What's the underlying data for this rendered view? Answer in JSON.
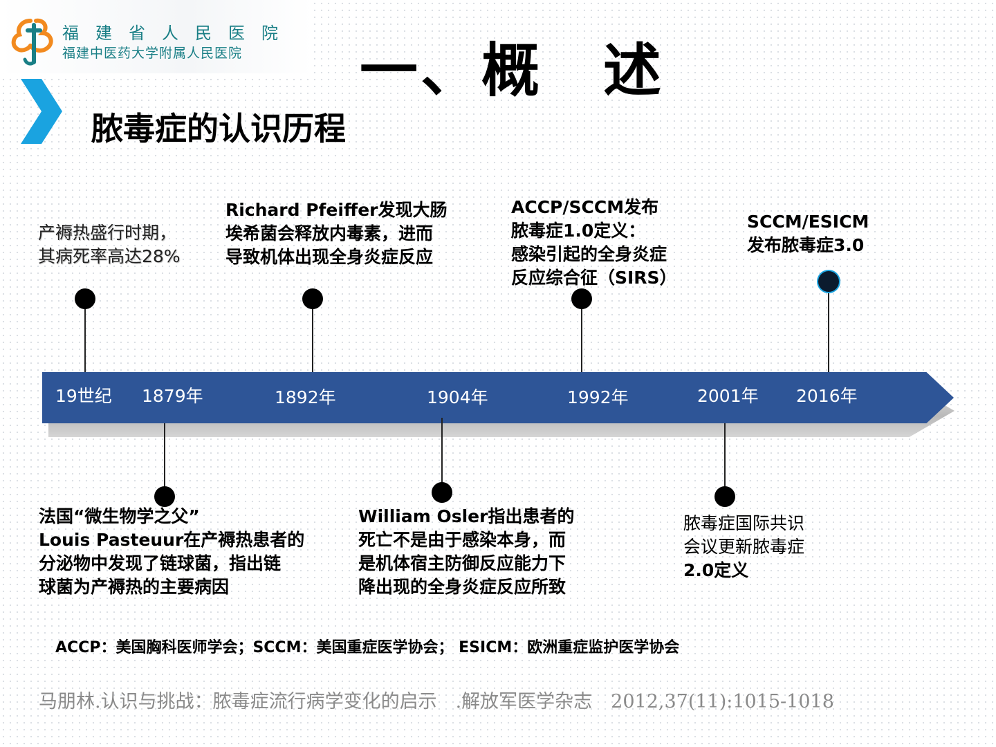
{
  "header": {
    "hospital_name": "福建省人民医院",
    "hospital_subname": "福建中医药大学附属人民医院",
    "page_title": "一、概　述",
    "section_title": "脓毒症的认识历程"
  },
  "timeline": {
    "years": [
      "19世纪",
      "1879年",
      "1892年",
      "1904年",
      "1992年",
      "2001年",
      "2016年"
    ]
  },
  "events_above": [
    {
      "lines": [
        "产褥热盛行时期，",
        "其病死率高达28%"
      ]
    },
    {
      "lines": [
        "Richard Pfeiffer发现大肠",
        "埃希菌会释放内毒素，进而",
        "导致机体出现全身炎症反应"
      ]
    },
    {
      "lines": [
        "ACCP/SCCM发布",
        "脓毒症1.0定义：",
        "感染引起的全身炎症",
        "反应综合征（SIRS）"
      ]
    },
    {
      "lines": [
        "SCCM/ESICM",
        "发布脓毒症3.0"
      ]
    }
  ],
  "events_below": [
    {
      "lines": [
        "法国“微生物学之父”",
        "Louis Pasteuur在产褥热患者的",
        "分泌物中发现了链球菌，指出链",
        "球菌为产褥热的主要病因"
      ]
    },
    {
      "lines": [
        "William Osler指出患者的",
        "死亡不是由于感染本身，而",
        "是机体宿主防御反应能力下",
        "降出现的全身炎症反应所致"
      ]
    },
    {
      "lines": [
        "脓毒症国际共识",
        "会议更新脓毒症",
        "2.0定义"
      ]
    }
  ],
  "abbrev_note": "ACCP：美国胸科医师学会；SCCM：美国重症医学协会； ESICM：欧洲重症监护医学协会",
  "citation": "马朋林.认识与挑战：脓毒症流行病学变化的启示　.解放军医学杂志　2012,37(11):1015-1018",
  "colors": {
    "bar": "#2e5597",
    "chevron": "#1aa3e0",
    "logo_orange": "#f28a1f",
    "logo_teal": "#1a7f86"
  }
}
